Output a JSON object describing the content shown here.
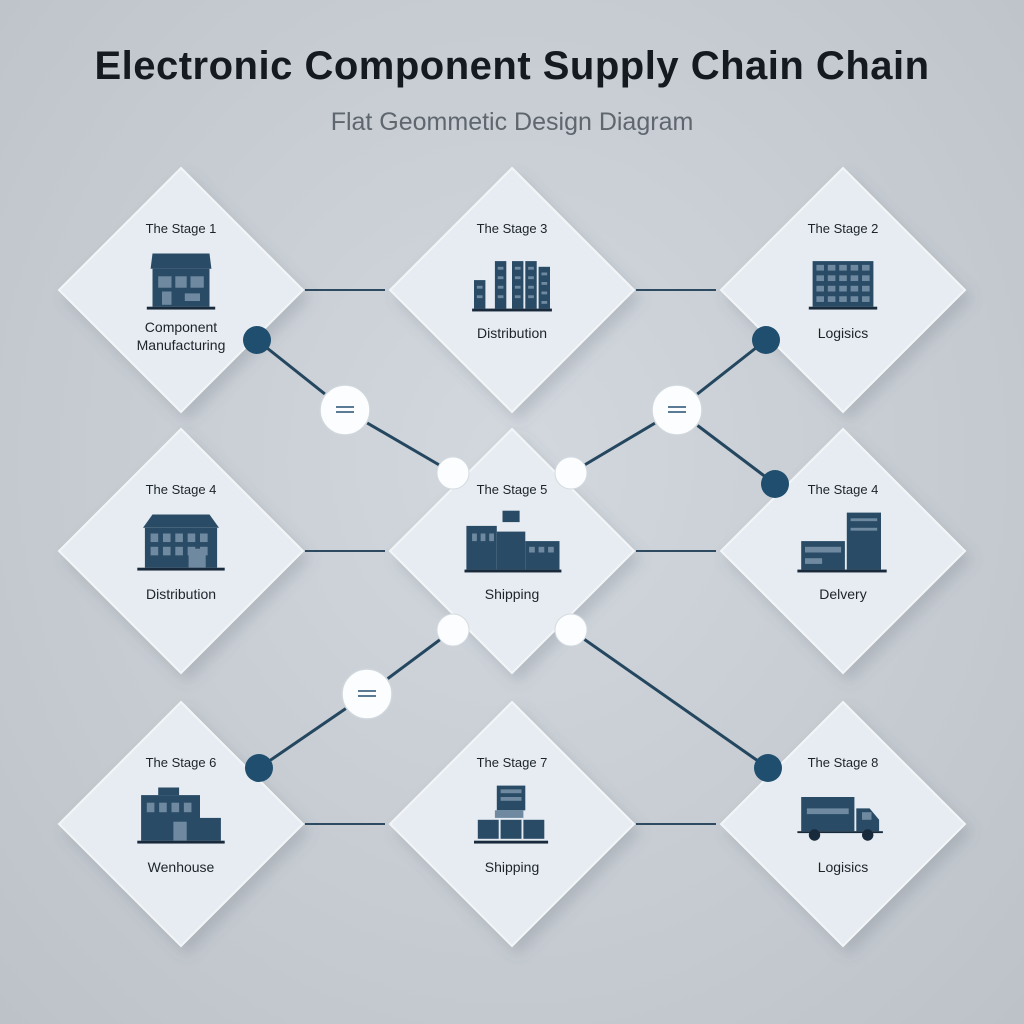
{
  "title": "Electronic Component Supply Chain Chain",
  "subtitle": "Flat Geommetic Design Diagram",
  "colors": {
    "background": "#c5cbd1",
    "card": "#e6ecf1",
    "accent_dark": "#1f4e6e",
    "connector": "#24465f",
    "icon": "#2a4b66"
  },
  "stages": [
    {
      "label": "The Stage 1",
      "name": "Component Manufacturing",
      "name_lines": [
        "Component",
        "Manufacturing"
      ],
      "icon": "factory-icon"
    },
    {
      "label": "The Stage 3",
      "name": "Distribution",
      "name_lines": [
        "Distribution"
      ],
      "icon": "warehouse-racks-icon"
    },
    {
      "label": "The Stage 2",
      "name": "Logisics",
      "name_lines": [
        "Logisics"
      ],
      "icon": "storage-racks-icon"
    },
    {
      "label": "The Stage 4",
      "name": "Distribution",
      "name_lines": [
        "Distribution"
      ],
      "icon": "building-icon"
    },
    {
      "label": "The Stage 5",
      "name": "Shipping",
      "name_lines": [
        "Shipping"
      ],
      "icon": "port-icon"
    },
    {
      "label": "The Stage 4",
      "name": "Delvery",
      "name_lines": [
        "Delvery"
      ],
      "icon": "delivery-boxes-icon"
    },
    {
      "label": "The Stage 6",
      "name": "Wenhouse",
      "name_lines": [
        "Wenhouse"
      ],
      "icon": "warehouse-icon"
    },
    {
      "label": "The Stage 7",
      "name": "Shipping",
      "name_lines": [
        "Shipping"
      ],
      "icon": "pallet-stack-icon"
    },
    {
      "label": "The Stage 8",
      "name": "Logisics",
      "name_lines": [
        "Logisics"
      ],
      "icon": "truck-icon"
    }
  ]
}
